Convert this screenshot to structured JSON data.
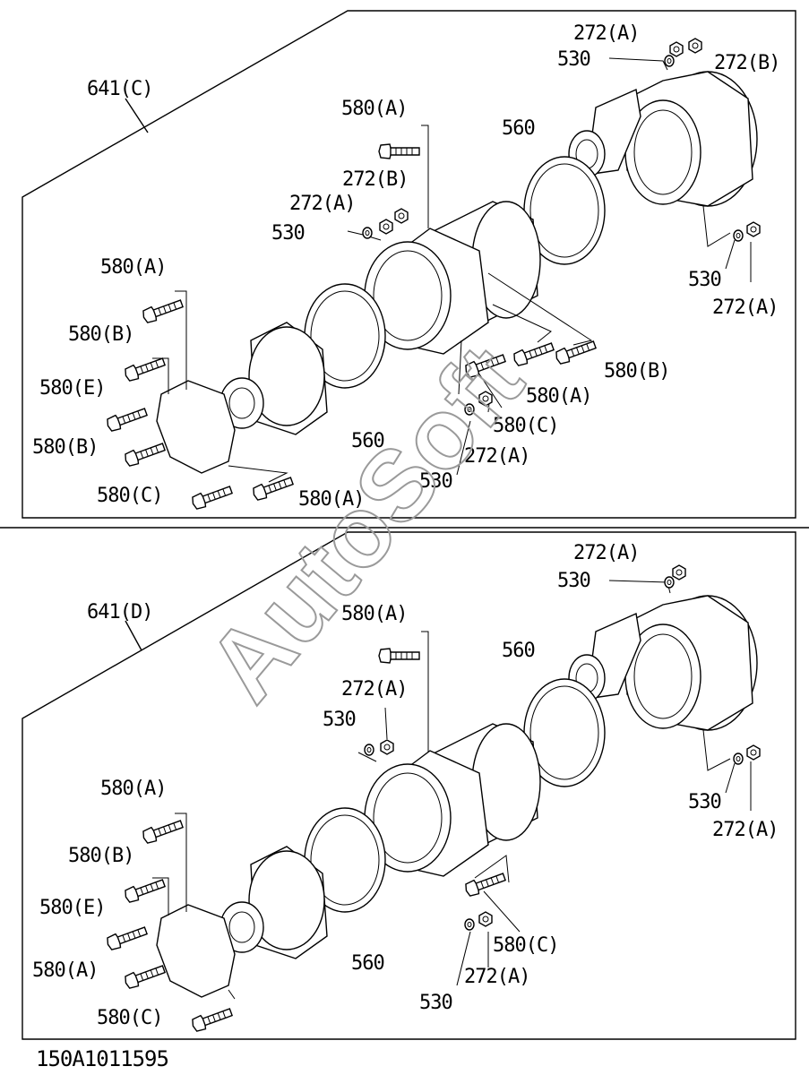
{
  "watermark": "AutoSoft",
  "footer_code": "150A1011595",
  "panels": [
    {
      "assembly": "641(C)",
      "labels": {
        "top_nut_a": "272(A)",
        "top_washer": "530",
        "top_nut_b": "272(B)",
        "bolt_upper": "580(A)",
        "center_nut_b": "272(B)",
        "center_nut_a": "272(A)",
        "center_washer": "530",
        "gasket_upper": "560",
        "right_washer": "530",
        "right_nut": "272(A)",
        "left_bolt_1": "580(A)",
        "left_bolt_2": "580(B)",
        "left_bolt_3": "580(E)",
        "left_bolt_4": "580(B)",
        "left_bolt_5": "580(C)",
        "bottom_bolt": "580(A)",
        "gasket_lower": "560",
        "mid_bolt_b": "580(B)",
        "mid_bolt_a": "580(A)",
        "mid_bolt_c": "580(C)",
        "mid_nut": "272(A)",
        "mid_washer": "530"
      }
    },
    {
      "assembly": "641(D)",
      "labels": {
        "top_nut_a": "272(A)",
        "top_washer": "530",
        "bolt_upper": "580(A)",
        "center_nut_a": "272(A)",
        "center_washer": "530",
        "gasket_upper": "560",
        "right_washer": "530",
        "right_nut": "272(A)",
        "left_bolt_1": "580(A)",
        "left_bolt_2": "580(B)",
        "left_bolt_3": "580(E)",
        "left_bolt_4": "580(A)",
        "left_bolt_5": "580(C)",
        "gasket_lower": "560",
        "mid_bolt_c": "580(C)",
        "mid_nut": "272(A)",
        "mid_washer": "530"
      }
    }
  ]
}
